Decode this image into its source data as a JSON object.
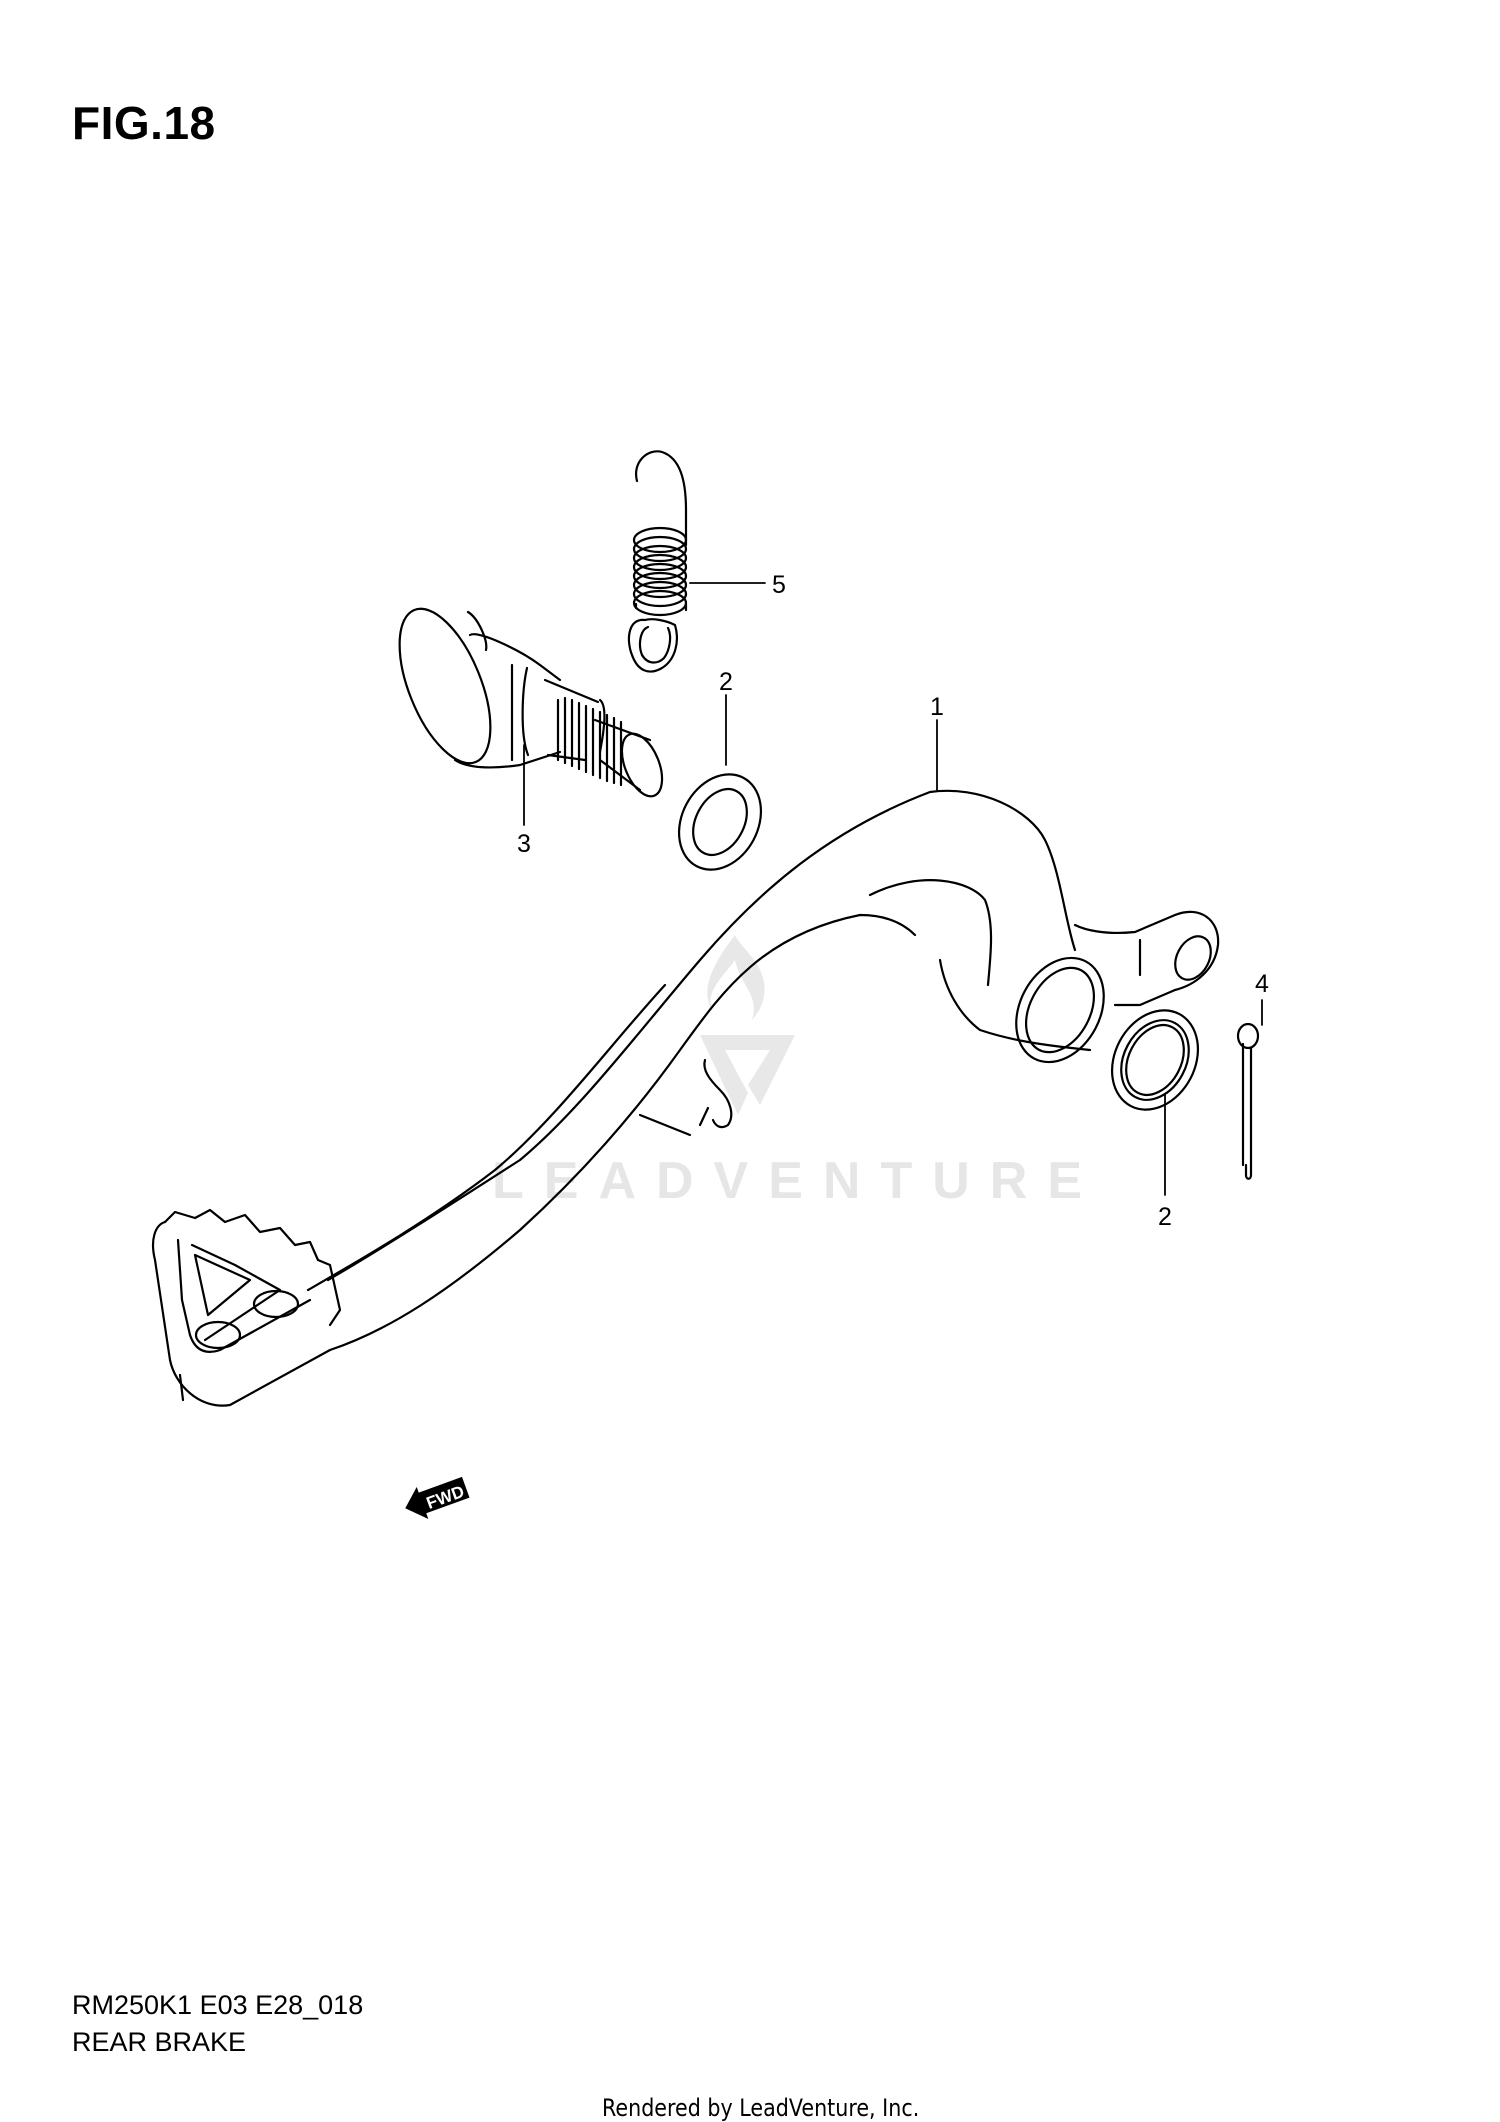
{
  "figure": {
    "title": "FIG.18",
    "model_code": "RM250K1 E03 E28_018",
    "section_name": "REAR BRAKE"
  },
  "callouts": [
    {
      "number": "1",
      "part": "rear brake pedal"
    },
    {
      "number": "2",
      "part": "washer (upper)"
    },
    {
      "number": "2",
      "part": "washer (lower)"
    },
    {
      "number": "3",
      "part": "pedal pivot pin"
    },
    {
      "number": "4",
      "part": "cotter pin"
    },
    {
      "number": "5",
      "part": "return spring"
    }
  ],
  "direction_indicator": {
    "label": "FWD",
    "icon": "arrow-left-icon"
  },
  "watermark": {
    "text": "LEADVENTURE"
  },
  "footer": {
    "text": "Rendered by LeadVenture, Inc."
  },
  "colors": {
    "line": "#000000",
    "background": "#ffffff",
    "watermark": "#e6e6e6"
  }
}
